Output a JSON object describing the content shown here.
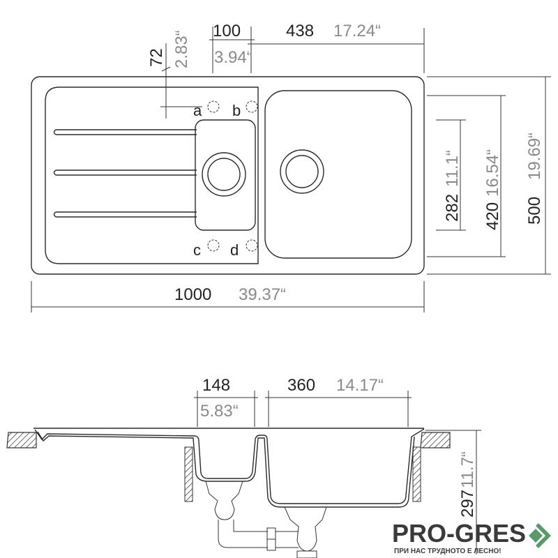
{
  "top_view": {
    "dim_72": "72",
    "dim_72_in": "2.83“",
    "dim_100": "100",
    "dim_100_in": "3.94“",
    "dim_438": "438",
    "dim_438_in": "17.24“",
    "dim_282": "282",
    "dim_282_in": "11.1“",
    "dim_420": "420",
    "dim_420_in": "16.54“",
    "dim_500": "500",
    "dim_500_in": "19.69“",
    "dim_1000": "1000",
    "dim_1000_in": "39.37“",
    "hole_labels": [
      "a",
      "b",
      "c",
      "d"
    ]
  },
  "side_view": {
    "dim_148": "148",
    "dim_148_in": "5.83“",
    "dim_360": "360",
    "dim_360_in": "14.17“",
    "dim_297": "297",
    "dim_297_in": "11.7“"
  },
  "logo": {
    "name": "PRO-GRES",
    "tagline": "ПРИ НАС ТРУДНОТО Е ЛЕСНО!",
    "accent": "#5a9a6a"
  }
}
